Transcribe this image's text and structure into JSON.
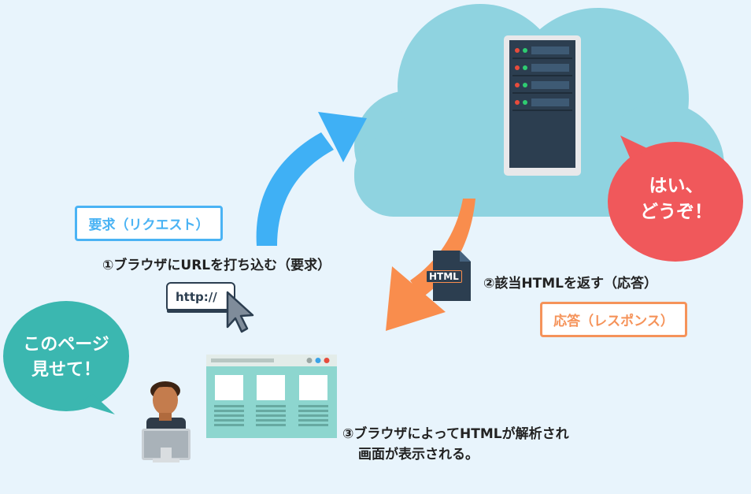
{
  "request_box": {
    "label": "要求（リクエスト）",
    "color": "#4ab3f4"
  },
  "response_box": {
    "label": "応答（レスポンス）",
    "color": "#f5935a"
  },
  "steps": {
    "step1": "①ブラウザにURLを打ち込む（要求）",
    "step2": "②該当HTMLを返す（応答）",
    "step3_line1": "③ブラウザによってHTMLが解析され",
    "step3_line2": "画面が表示される。"
  },
  "server_bubble": {
    "line1": "はい、",
    "line2": "どうぞ！",
    "color": "#f0585b"
  },
  "user_bubble": {
    "line1": "このページ",
    "line2": "見せて！",
    "color": "#3bb7b0"
  },
  "url_box": {
    "text": "http://"
  },
  "html_file": {
    "text": "HTML"
  },
  "colors": {
    "cloud": "#8fd3e0",
    "background": "#e8f4fc",
    "arrow_up": "#3fb0f5",
    "arrow_down": "#f98d4d"
  },
  "icons": [
    "cloud-icon",
    "server-icon",
    "cursor-icon",
    "html-file-icon",
    "browser-window-icon",
    "user-icon"
  ]
}
